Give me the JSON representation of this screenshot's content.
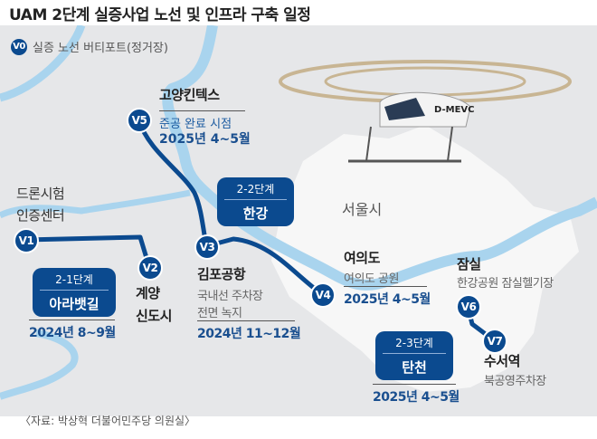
{
  "title": "UAM 2단계 실증사업 노선 및 인프라 구축 일정",
  "legend": {
    "marker": "V0",
    "label": "실증 노선 버티포트(정거장)"
  },
  "city_label": "서울시",
  "vertiports": [
    {
      "id": "V1",
      "name_lines": [
        "드론시험",
        "인증센터"
      ]
    },
    {
      "id": "V2",
      "name_lines": [
        "계양",
        "신도시"
      ]
    },
    {
      "id": "V3",
      "name": "김포공항",
      "details": [
        "국내선 주차장",
        "전면 녹지"
      ],
      "date": "2024년 11~12월"
    },
    {
      "id": "V4",
      "name": "여의도",
      "details": [
        "여의도 공원"
      ],
      "date": "2025년 4~5월"
    },
    {
      "id": "V5",
      "name": "고양킨텍스",
      "details": [
        "준공 완료 시점"
      ],
      "date": "2025년 4~5월"
    },
    {
      "id": "V6",
      "name": "잠실",
      "details": [
        "한강공원 잠실헬기장"
      ]
    },
    {
      "id": "V7",
      "name": "수서역",
      "details": [
        "북공영주차장"
      ]
    }
  ],
  "stages": [
    {
      "stage": "2-1단계",
      "route": "아라뱃길",
      "date": "2024년 8~9월"
    },
    {
      "stage": "2-2단계",
      "route": "한강"
    },
    {
      "stage": "2-3단계",
      "route": "탄천",
      "date": "2025년 4~5월"
    }
  ],
  "aircraft_registration": "D-MEVC",
  "source": "〈자료: 박상혁 더불어민주당 의원실〉",
  "colors": {
    "route": "#0b4a8f",
    "river": "#a9d4ee",
    "land": "#e6e7e9",
    "seoul": "#f7f7f7"
  }
}
